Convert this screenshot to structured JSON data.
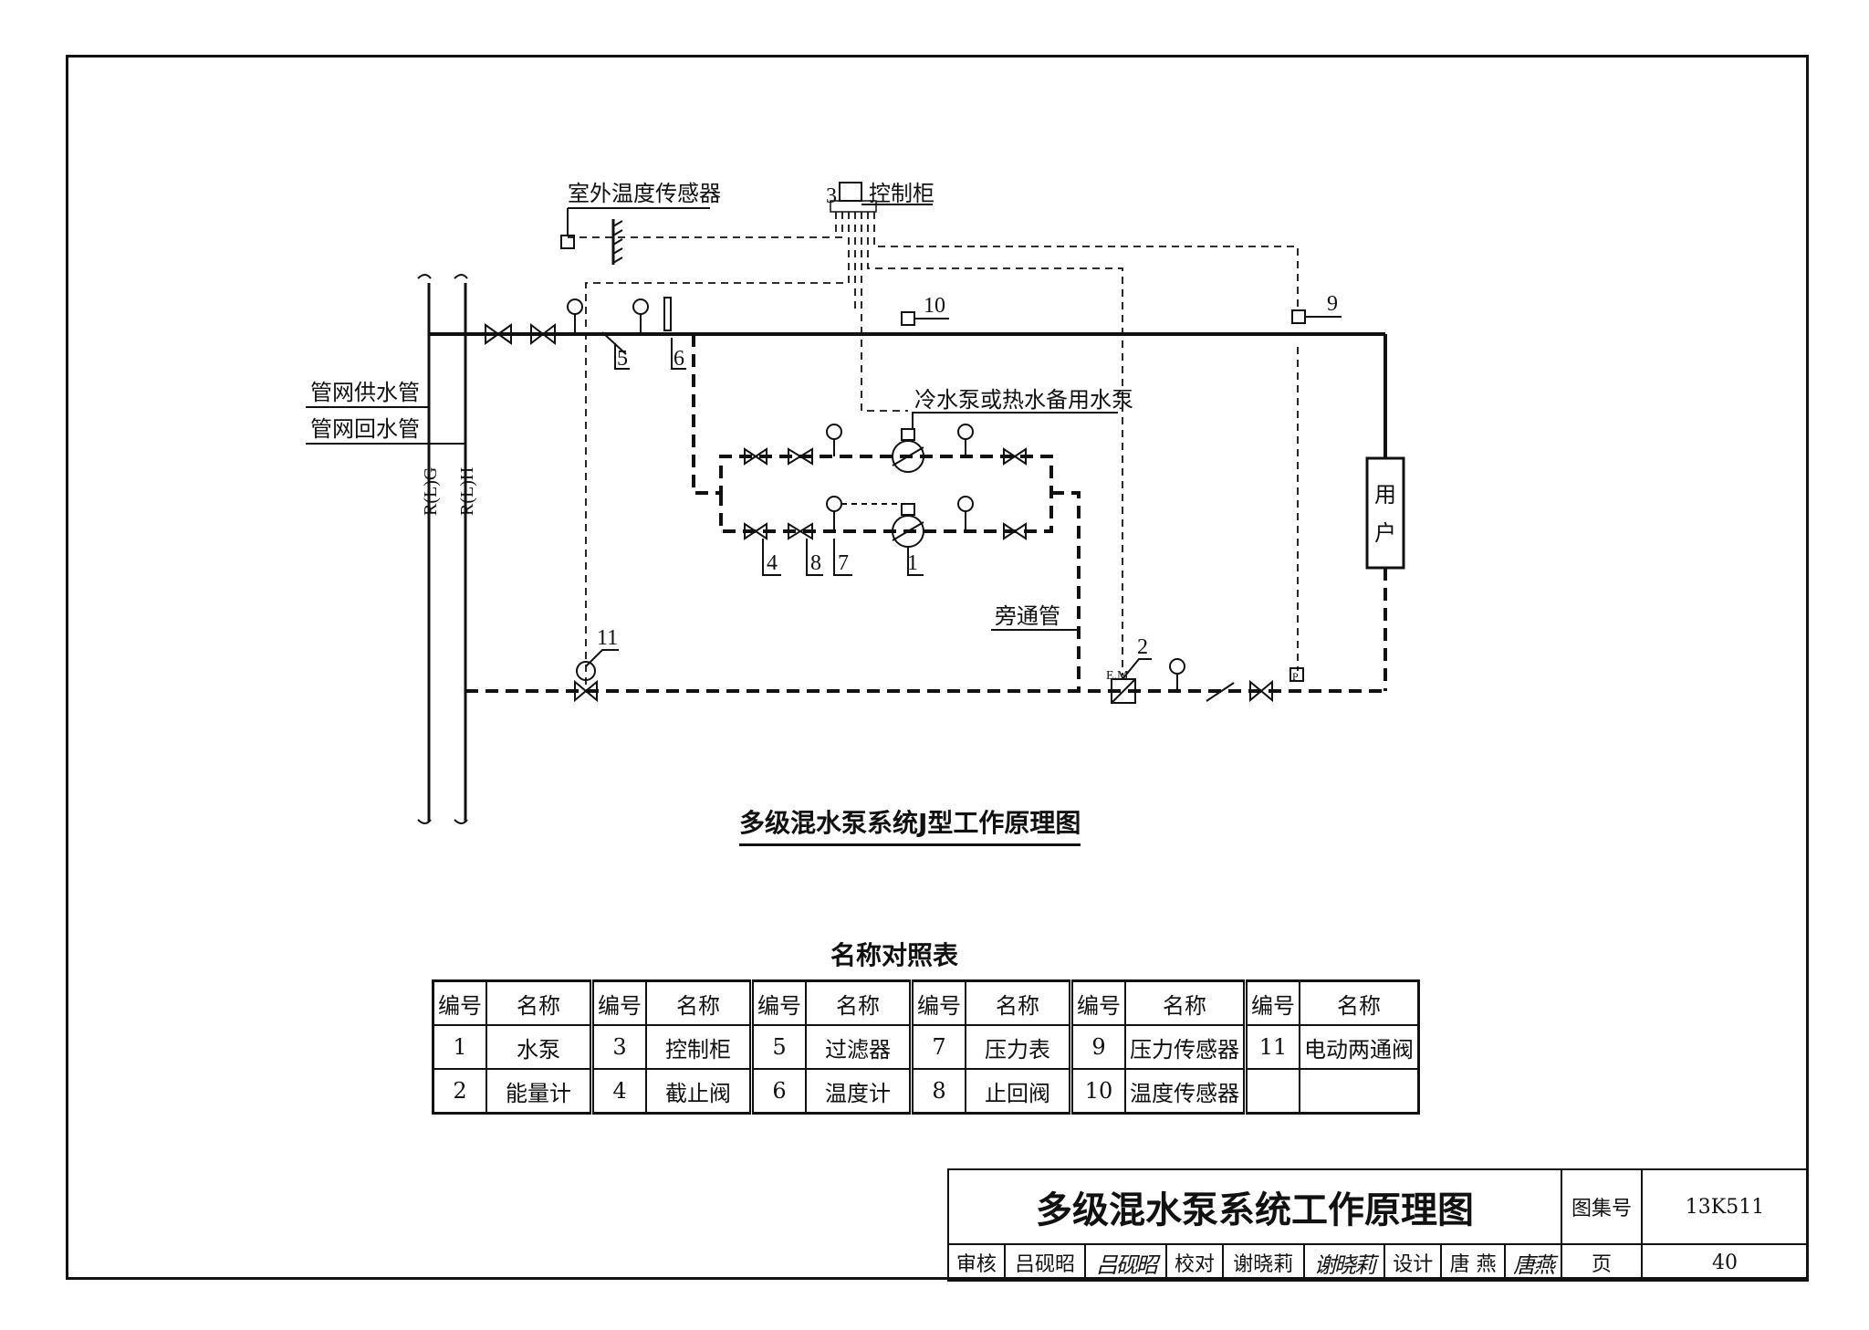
{
  "drawing": {
    "diagram_title": "多级混水泵系统J型工作原理图",
    "labels": {
      "outdoor_sensor": "室外温度传感器",
      "control_cabinet": "控制柜",
      "supply_pipe": "管网供水管",
      "return_pipe": "管网回水管",
      "supply_code": "R(L)G",
      "return_code": "R(L)H",
      "standby_pump": "冷水泵或热水备用水泵",
      "bypass": "旁通管",
      "user": "用户",
      "energy_meter_mark": "E.M",
      "pressure_mark": "P"
    },
    "callouts": [
      "1",
      "2",
      "3",
      "4",
      "5",
      "6",
      "7",
      "8",
      "9",
      "10",
      "11"
    ]
  },
  "legend": {
    "caption": "名称对照表",
    "header_no": "编号",
    "header_name": "名称",
    "columns": [
      [
        {
          "no": "1",
          "name": "水泵"
        },
        {
          "no": "2",
          "name": "能量计"
        }
      ],
      [
        {
          "no": "3",
          "name": "控制柜"
        },
        {
          "no": "4",
          "name": "截止阀"
        }
      ],
      [
        {
          "no": "5",
          "name": "过滤器"
        },
        {
          "no": "6",
          "name": "温度计"
        }
      ],
      [
        {
          "no": "7",
          "name": "压力表"
        },
        {
          "no": "8",
          "name": "止回阀"
        }
      ],
      [
        {
          "no": "9",
          "name": "压力传感器"
        },
        {
          "no": "10",
          "name": "温度传感器"
        }
      ],
      [
        {
          "no": "11",
          "name": "电动两通阀"
        },
        {
          "no": "",
          "name": ""
        }
      ]
    ]
  },
  "title_block": {
    "main_title": "多级混水泵系统工作原理图",
    "atlas_label": "图集号",
    "atlas_no": "13K511",
    "review_label": "审核",
    "reviewer": "吕砚昭",
    "reviewer_sig": "吕砚昭",
    "check_label": "校对",
    "checker": "谢晓莉",
    "checker_sig": "谢晓莉",
    "design_label": "设计",
    "designer": "唐 燕",
    "designer_sig": "唐燕",
    "page_label": "页",
    "page_no": "40"
  }
}
